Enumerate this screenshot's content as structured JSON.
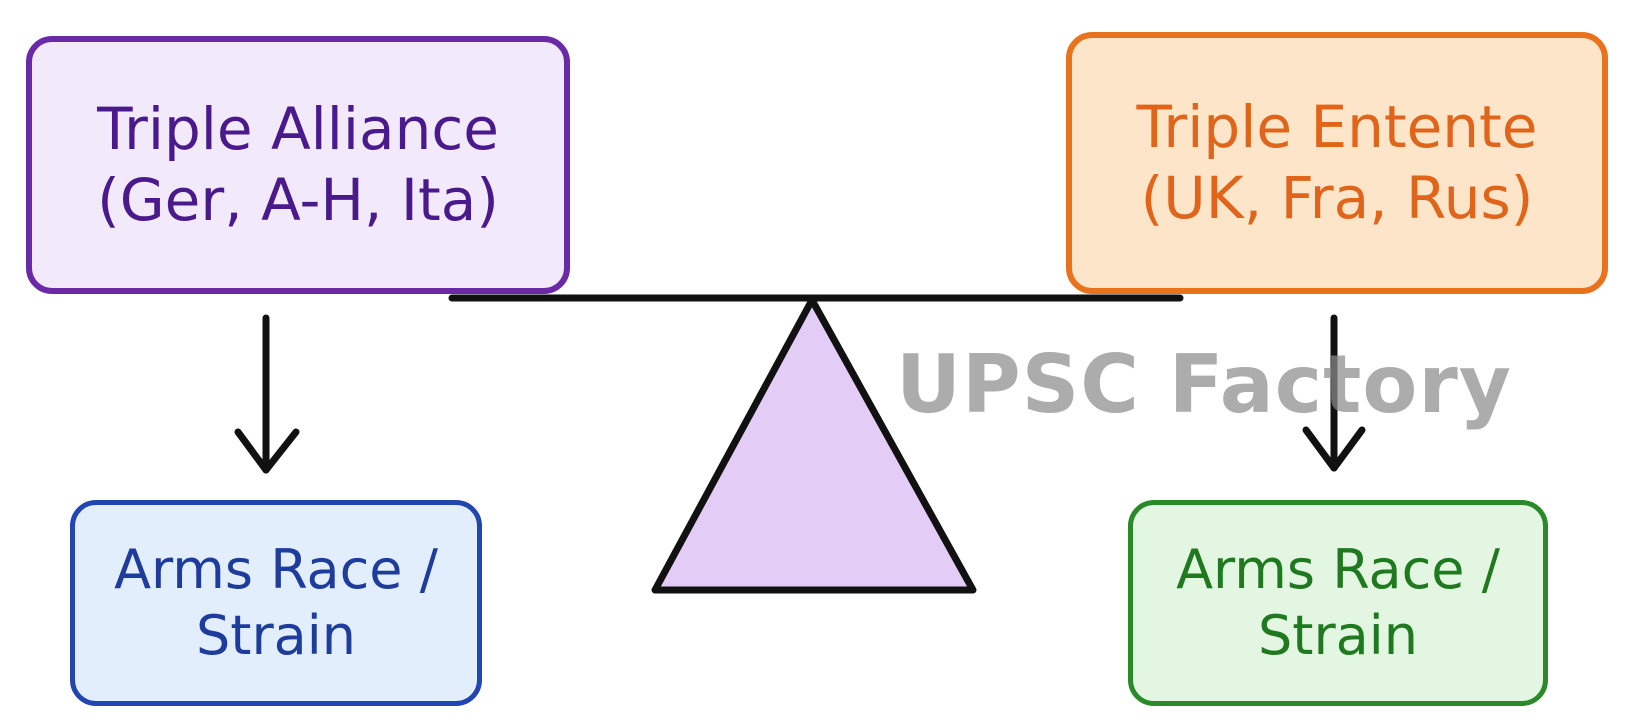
{
  "left_group": {
    "title": "Triple Alliance",
    "members": "(Ger, A-H, Ita)"
  },
  "right_group": {
    "title": "Triple Entente",
    "members": "(UK, Fra, Rus)"
  },
  "left_result": {
    "line1": "Arms Race /",
    "line2": "Strain"
  },
  "right_result": {
    "line1": "Arms Race /",
    "line2": "Strain"
  },
  "watermark": "UPSC Factory",
  "colors": {
    "alliance": "#6a2aa8",
    "entente": "#e8731c",
    "left_result": "#2146b0",
    "right_result": "#2a8a2a",
    "fulcrum": "#e3cdf7",
    "beam": "#111111"
  }
}
